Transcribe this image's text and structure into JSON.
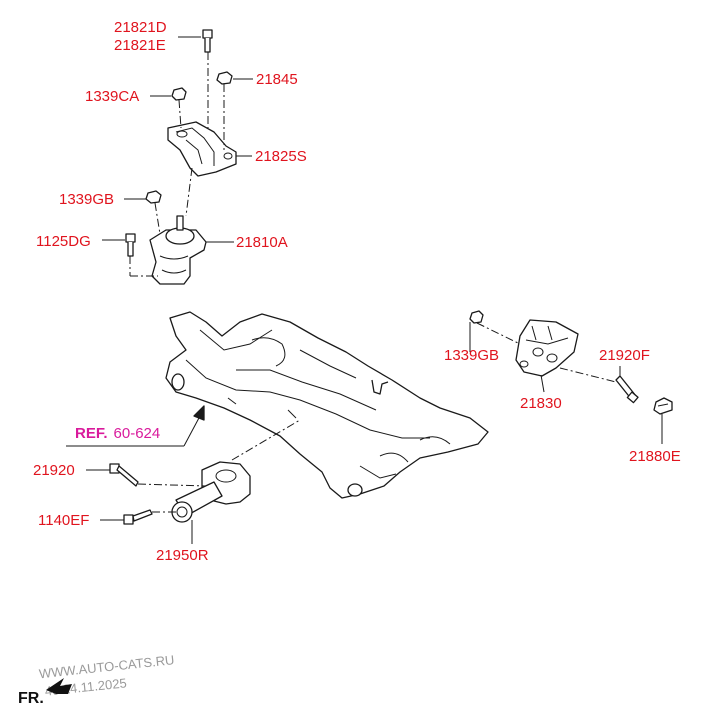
{
  "labels": {
    "bolt_top_d": "21821D",
    "bolt_top_e": "21821E",
    "nut_21845": "21845",
    "nut_1339ca": "1339CA",
    "bracket_21825s": "21825S",
    "nut_1339gb_left": "1339GB",
    "bolt_1125dg": "1125DG",
    "mount_21810a": "21810A",
    "nut_1339gb_right": "1339GB",
    "bracket_21830": "21830",
    "bolt_21920f": "21920F",
    "clip_21880e": "21880E",
    "bolt_21920": "21920",
    "bolt_1140ef": "1140EF",
    "rod_21950r": "21950R"
  },
  "reference": {
    "prefix": "REF.",
    "number": "60-624"
  },
  "watermark": {
    "site": "WWW.AUTO-CATS.RU",
    "code_date": "40 24.11.2025"
  },
  "orientation": {
    "front_label": "FR."
  },
  "colors": {
    "label": "#e0141e",
    "reference": "#d91a9c",
    "line": "#1a1a1a"
  }
}
